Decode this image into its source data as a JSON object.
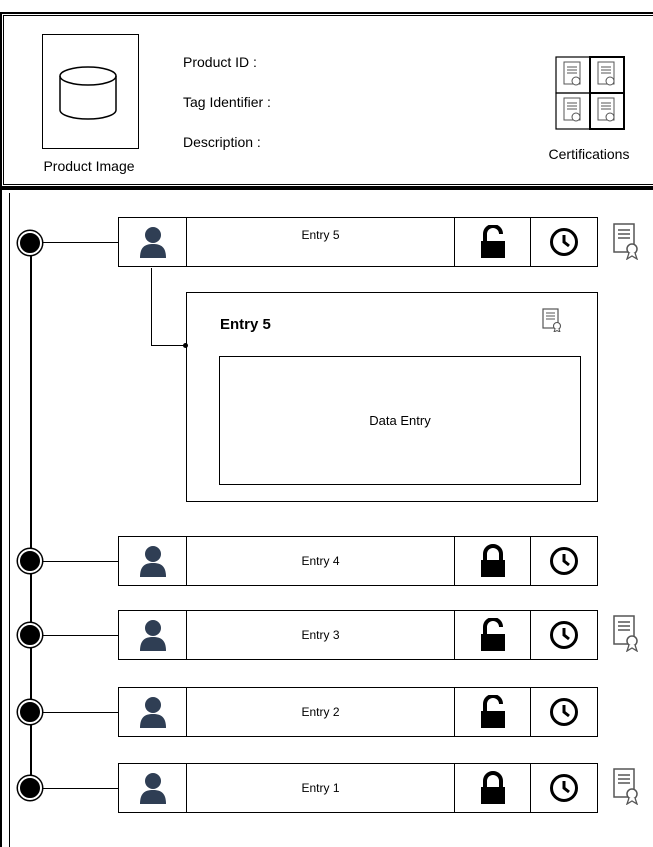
{
  "header": {
    "image_caption": "Product Image",
    "fields": {
      "product_id": "Product ID :",
      "tag_identifier": "Tag Identifier :",
      "description": "Description :"
    },
    "certifications_caption": "Certifications"
  },
  "entries": [
    {
      "label": "Entry 5",
      "lock": "unlocked",
      "certified": true
    },
    {
      "label": "Entry 4",
      "lock": "locked",
      "certified": false
    },
    {
      "label": "Entry 3",
      "lock": "unlocked",
      "certified": true
    },
    {
      "label": "Entry 2",
      "lock": "unlocked",
      "certified": false
    },
    {
      "label": "Entry 1",
      "lock": "locked",
      "certified": true
    }
  ],
  "detail": {
    "title": "Entry 5",
    "data_entry": "Data Entry"
  },
  "colors": {
    "user_icon": "#2f3e54",
    "line": "#000000"
  }
}
